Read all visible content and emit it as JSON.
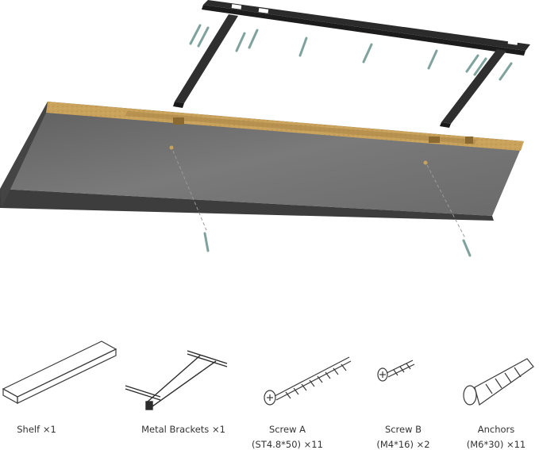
{
  "colors": {
    "shelf_top": "#767676",
    "shelf_front": "#3d3d3d",
    "bracket": "#2b2b2b",
    "wood_edge": "#c9a35c",
    "screw": "#7fa39c",
    "outline": "#3a3a3a"
  },
  "parts": [
    {
      "name": "Shelf",
      "qty": "×1",
      "spec": "",
      "icon": "shelf-icon"
    },
    {
      "name": "Metal Brackets",
      "qty": "×1",
      "spec": "",
      "icon": "bracket-icon"
    },
    {
      "name": "Screw A",
      "qty": "×11",
      "spec": "(ST4.8*50)",
      "icon": "screw-a-icon"
    },
    {
      "name": "Screw B",
      "qty": "×2",
      "spec": "(M4*16)",
      "icon": "screw-b-icon"
    },
    {
      "name": "Anchors",
      "qty": "×11",
      "spec": "(M6*30)",
      "icon": "anchor-icon"
    }
  ]
}
